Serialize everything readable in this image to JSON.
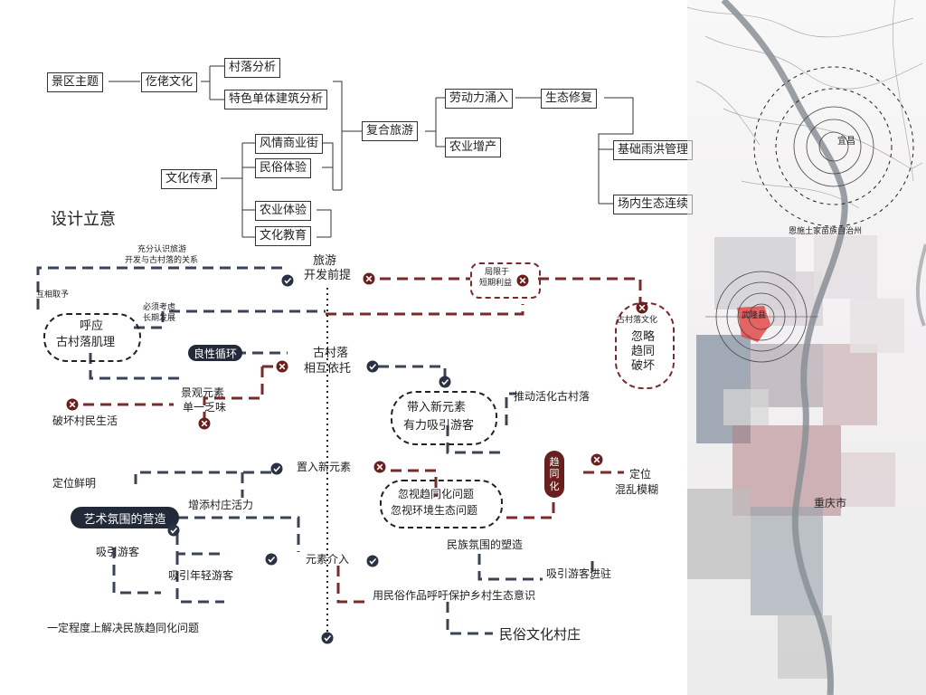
{
  "tree": {
    "scenic_theme": "景区主题",
    "gelao_culture": "仡佬文化",
    "village_analysis": "村落分析",
    "architecture_analysis": "特色单体建筑分析",
    "composite_tourism": "复合旅游",
    "labor_influx": "劳动力涌入",
    "eco_restoration": "生态修复",
    "agri_increase": "农业增产",
    "flood_management": "基础雨洪管理",
    "eco_continuity": "场内生态连续",
    "culture_heritage": "文化传承",
    "folk_street": "风情商业街",
    "folk_experience": "民俗体验",
    "farming_experience": "农业体验",
    "culture_education": "文化教育"
  },
  "concept": {
    "heading": "设计立意",
    "note_understand_1": "充分认识旅游",
    "note_understand_2": "开发与古村落的关系",
    "mutual_1": "互相",
    "mutual_2": "取予",
    "tourism_1": "旅游",
    "tourism_2": "开发前提",
    "limited_1": "局限于",
    "limited_2": "短期利益",
    "consider_1": "必须考虑",
    "consider_2": "长期发展",
    "echo_1": "呼应",
    "echo_2": "古村落肌理",
    "neglect_label": "古村落文化",
    "neglect_1": "忽略",
    "neglect_2": "趋同",
    "neglect_3": "破坏",
    "virtuous_cycle": "良性循环",
    "village_1": "古村落",
    "village_2": "相互依托",
    "landscape_1": "景观元素",
    "landscape_2": "单一乏味",
    "destroy_life": "破坏村民生活",
    "bring_1": "带入新元素",
    "bring_2": "有力吸引游客",
    "promote": "推动活化古村落",
    "insert_elements": "置入新元素",
    "clear_position": "定位鲜明",
    "add_vitality": "增添村庄活力",
    "homogen_v1": "趋",
    "homogen_v2": "同",
    "homogen_v3": "化",
    "confused_1": "定位",
    "confused_2": "混乱模糊",
    "ignore_1": "忽视趋同化问题",
    "ignore_2": "忽视环境生态问题",
    "art_atmosphere": "艺术氛围的营造",
    "attract_visitors": "吸引游客",
    "attract_young": "吸引年轻游客",
    "elements_intro": "元素介入",
    "ethnic_atmosphere": "民族氛围的塑造",
    "attract_settle": "吸引游客进驻",
    "folk_works": "用民俗作品呼吁保护乡村生态意识",
    "solve_homogen": "一定程度上解决民族趋同化问题",
    "folk_village": "民俗文化村庄"
  },
  "map": {
    "yichang": "宜昌",
    "enshi": "恩施土家苗族自治州",
    "wulong": "武隆县",
    "chongqing": "重庆市"
  },
  "colors": {
    "navy": "#3a4456",
    "maroon": "#7a2a2a",
    "dark": "#1f2534"
  }
}
